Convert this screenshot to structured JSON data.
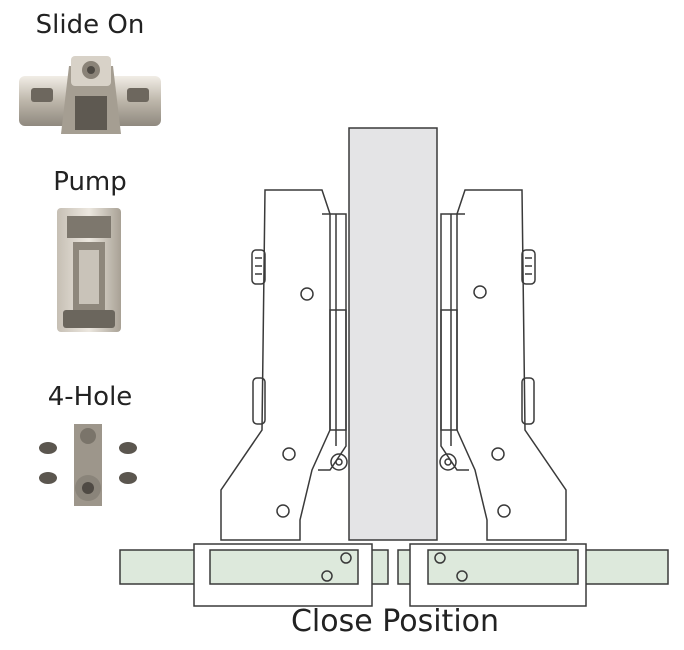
{
  "plate_types": [
    {
      "label": "Slide On",
      "icon": "slide-on-plate-photo"
    },
    {
      "label": "Pump",
      "icon": "pump-plate-photo"
    },
    {
      "label": "4-Hole",
      "icon": "four-hole-plate-photo"
    }
  ],
  "caption": "Close Position",
  "colors": {
    "stroke": "#3a3a3a",
    "door": "#e4e4e6",
    "panel": "#dde9dc",
    "metal_light": "#e6e1d8",
    "metal_mid": "#b9b2a6",
    "metal_dark": "#6f6a61"
  }
}
